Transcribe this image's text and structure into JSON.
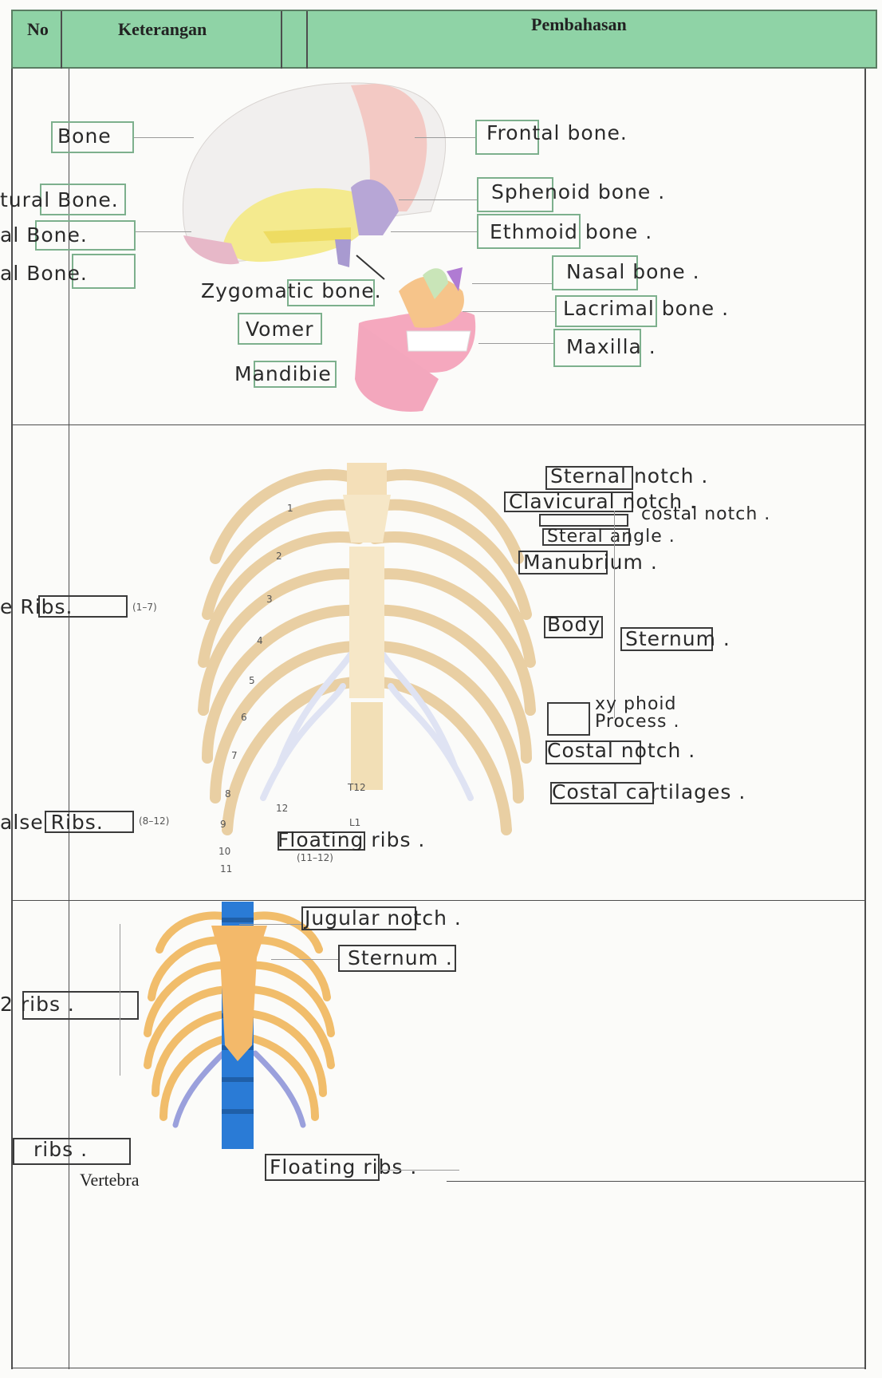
{
  "table": {
    "header": {
      "no": "No",
      "keterangan": "Keterangan",
      "pembahasan": "Pembahasan"
    }
  },
  "skull": {
    "labels": {
      "bone_left": "Bone",
      "sutural": "tural Bone.",
      "al_bone": "al Bone.",
      "al_bone2": "al Bone.",
      "frontal": "Frontal bone.",
      "sphenoid": "Sphenoid bone .",
      "ethmoid": "Ethmoid bone .",
      "nasal": "Nasal bone .",
      "lacrimal": "Lacrimal bone .",
      "maxilla": "Maxilla .",
      "zygomatic": "Zygomatic bone.",
      "vomer": "Vomer",
      "mandible": "Mandibie"
    }
  },
  "thorax": {
    "labels": {
      "sternal_notch": "Sternal notch .",
      "clavicural_notch": "Clavicural notch .",
      "costal_notch": "costal notch .",
      "sternal_angle": "Steral angle .",
      "manubrium": "Manubrium .",
      "body": "Body",
      "sternum": "Sternum .",
      "xiphoid": "xy phoid",
      "xiphoid2": "Process .",
      "costal_notch2": "Costal notch .",
      "costal_cartilages": "Costal cartilages .",
      "true_ribs": "e Ribs.",
      "false_ribs": "alse Ribs.",
      "floating_ribs": "Floating ribs .",
      "true_range": "(1–7)",
      "false_range": "(8–12)",
      "floating_range": "(11–12)",
      "t12": "T12",
      "l1": "L1",
      "rib_numbers": [
        "1",
        "2",
        "3",
        "4",
        "5",
        "6",
        "7",
        "8",
        "9",
        "10",
        "11",
        "12"
      ]
    }
  },
  "ribcage": {
    "labels": {
      "jugular_notch": "Jugular notch .",
      "sternum": "Sternum .",
      "ribs_upper": "2  ribs .",
      "ribs_lower": "ribs .",
      "floating_ribs": "Floating ribs .",
      "vertebra": "Vertebra"
    }
  }
}
